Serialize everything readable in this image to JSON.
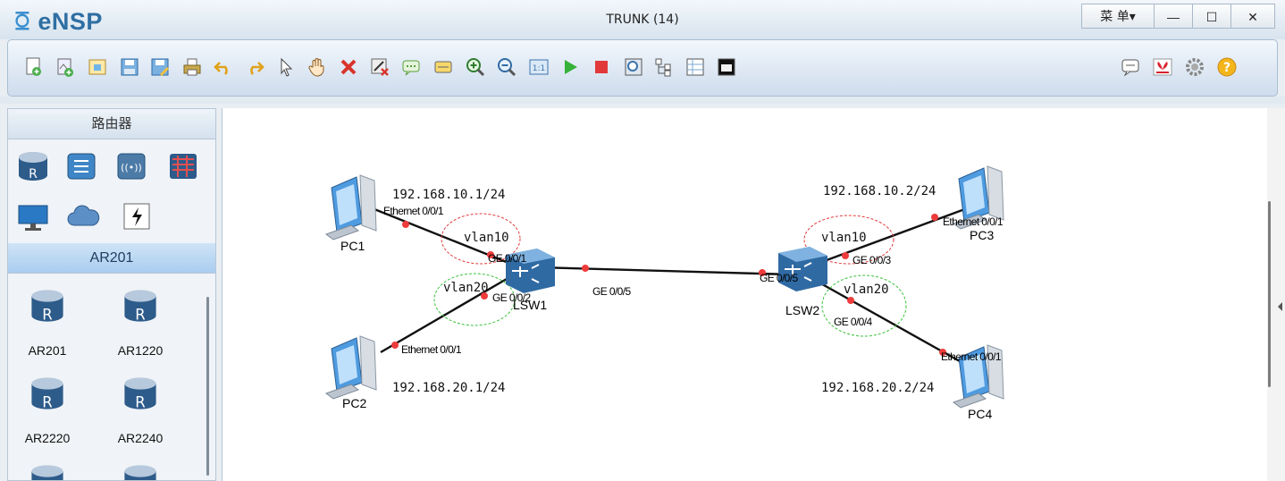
{
  "window": {
    "app_name": "eNSP",
    "title": "TRUNK (14)",
    "menu_label": "菜 单▾",
    "minimize_label": "—",
    "maximize_label": "☐",
    "close_label": "✕"
  },
  "toolbar": {
    "left_icons": [
      "new-topology-icon",
      "new-example-icon",
      "open-icon",
      "save-icon",
      "save-as-icon",
      "print-icon",
      "undo-icon",
      "redo-icon",
      "select-icon",
      "pan-hand-icon",
      "delete-icon",
      "delete-link-icon",
      "text-icon",
      "rectangle-icon",
      "zoom-in-icon",
      "zoom-out-icon",
      "fit-icon",
      "start-icon",
      "stop-icon",
      "capture-icon",
      "topology-icon",
      "grid-icon",
      "console-icon"
    ],
    "right_icons": [
      "message-icon",
      "huawei-icon",
      "settings-icon",
      "help-icon"
    ]
  },
  "sidebar": {
    "router_header": "路由器",
    "category_icons": [
      "router-category-icon",
      "switch-category-icon",
      "wireless-category-icon",
      "firewall-category-icon",
      "pc-category-icon",
      "cloud-category-icon",
      "other-device-icon"
    ],
    "selected_category": "AR201",
    "devices": [
      {
        "label": "AR201"
      },
      {
        "label": "AR1220"
      },
      {
        "label": "AR2220"
      },
      {
        "label": "AR2240"
      }
    ]
  },
  "topology": {
    "devices": {
      "pc1": "PC1",
      "pc2": "PC2",
      "pc3": "PC3",
      "pc4": "PC4",
      "lsw1": "LSW1",
      "lsw2": "LSW2"
    },
    "ips": {
      "pc1": "192.168.10.1/24",
      "pc2": "192.168.20.1/24",
      "pc3": "192.168.10.2/24",
      "pc4": "192.168.20.2/24"
    },
    "ports": {
      "pc1_eth": "Ethernet 0/0/1",
      "pc2_eth": "Ethernet 0/0/1",
      "pc3_eth": "Ethernet 0/0/1",
      "pc4_eth": "Ethernet 0/0/1",
      "lsw1_g1": "GE 0/0/1",
      "lsw1_g2": "GE 0/0/2",
      "lsw1_g5": "GE 0/0/5",
      "lsw2_g5": "GE 0/0/5",
      "lsw2_g3": "GE 0/0/3",
      "lsw2_g4": "GE 0/0/4"
    },
    "vlans": {
      "lsw1_top": "vlan10",
      "lsw1_bottom": "vlan20",
      "lsw2_top": "vlan10",
      "lsw2_bottom": "vlan20"
    },
    "colors": {
      "vlan10_circle": "#e03a3a",
      "vlan20_circle": "#3ac23a",
      "link": "#111111",
      "port_dot": "#ee3b3b",
      "switch": "#3f86c7"
    }
  }
}
